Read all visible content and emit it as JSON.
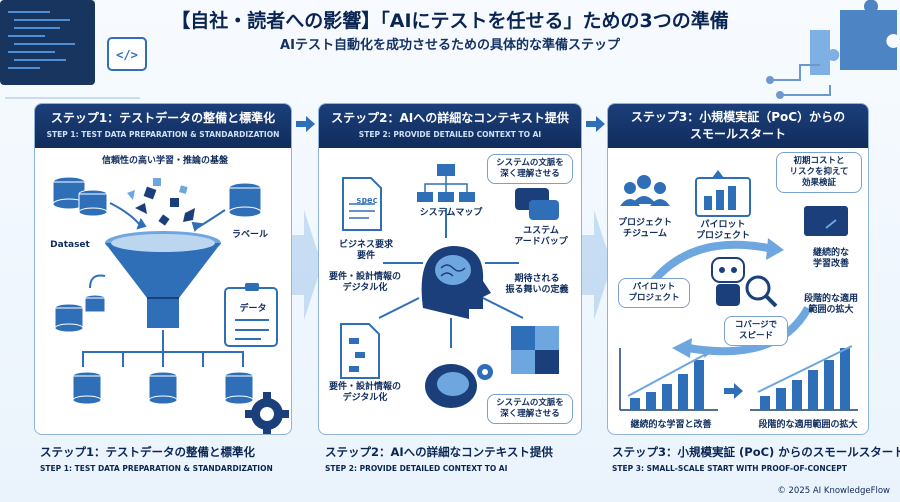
{
  "header": {
    "title": "【自社・読者への影響】「AIにテストを任せる」ための3つの準備",
    "subtitle": "AIテスト自動化を成功させるための具体的な準備ステップ"
  },
  "colors": {
    "navy": "#112c5c",
    "accent": "#2f6fb8",
    "light": "#d7e7f7"
  },
  "step1": {
    "header_jp": "ステップ1：テストデータの整備と標準化",
    "header_en": "STEP 1: TEST DATA PREPARATION & STANDARDIZATION",
    "top_label": "信頼性の高い学習・推論の基盤",
    "dataset_label": "Dataset",
    "label_label": "ラベール",
    "data_label": "データ",
    "caption_jp": "ステップ1：テストデータの整備と標準化",
    "caption_en": "STEP 1: TEST DATA PREPARATION & STANDARDIZATION",
    "icons": [
      "database-icon",
      "funnel-icon",
      "checklist-icon",
      "gear-icon"
    ]
  },
  "step2": {
    "header_jp": "ステップ2：AIへの詳細なコンテキスト提供",
    "header_en": "STEP 2: PROVIDE DETAILED CONTEXT TO AI",
    "spec_text": "spec",
    "doc1_label": "ビジネス要求\n要件",
    "sysmap_label": "システムマップ",
    "bubble_top": "システムの文脈を\n深く理解させる",
    "chat_label": "ユステム\nアードバップ",
    "req_label_1": "要件・設計情報の\nデジタル化",
    "expected_label": "期待される\n振る舞いの定義",
    "req_label_2": "要件・設計情報の\nデジタル化",
    "bubble_bottom": "システムの文脈を\n深く理解させる",
    "caption_jp": "ステップ2：AIへの詳細なコンテキスト提供",
    "caption_en": "STEP 2: PROVIDE DETAILED CONTEXT TO AI",
    "icons": [
      "document-icon",
      "sitemap-icon",
      "brain-icon",
      "chat-icon",
      "puzzle-icon"
    ]
  },
  "step3": {
    "header_jp": "ステップ3：小規模実証（PoC）からの\nスモールスタート",
    "caption_jp": "ステップ3：小規模実証 (PoC) からのスモールスタート",
    "caption_en": "STEP 3: SMALL-SCALE START WITH PROOF-OF-CONCEPT",
    "team_label": "プロジェクト\nチジューム",
    "pilot_label": "パイロット\nプロジェクト",
    "bubble_cost": "初期コストと\nリスクを抑えて\n効果検証",
    "continuous_label": "継続的な\n学習改善",
    "pilot_bubble": "パイロット\nプロジェクト",
    "expand_label": "段階的な適用\n範囲の拡大",
    "coverage_label": "コバージで\nスピード",
    "chart1_caption": "継続的な学習と改善",
    "chart2_caption": "段階的な適用範囲の拡大",
    "icons": [
      "team-icon",
      "robot-icon",
      "magnifier-icon",
      "cycle-icon",
      "bar-chart-icon"
    ]
  },
  "footer": {
    "copyright": "© 2025 AI KnowledgeFlow"
  }
}
